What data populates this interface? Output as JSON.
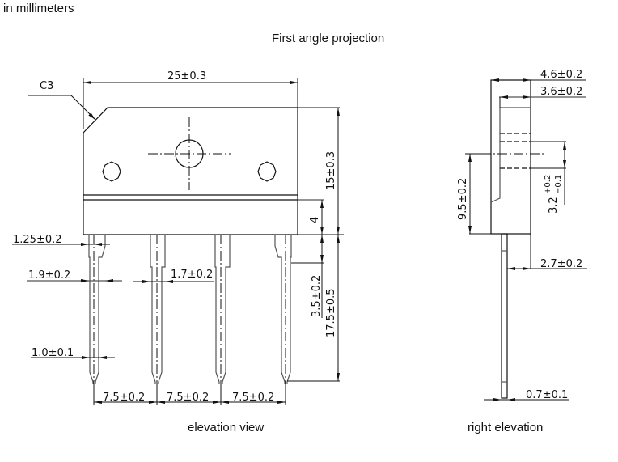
{
  "captions": {
    "units": "in millimeters",
    "projection": "First angle projection",
    "elevation_view": "elevation view",
    "right_elevation": "right elevation"
  },
  "elevation_dimensions": {
    "chamfer": "C3",
    "body_width": "25±0.3",
    "body_height": "15±0.3",
    "step_height": "4",
    "lead_root_width": "1.25±0.2",
    "lead_shoulder_width": "1.9±0.2",
    "lead_middle_width": "1.7±0.2",
    "lead_shoulder_length": "3.5±0.2",
    "lead_length": "17.5±0.5",
    "lead_tip_width": "1.0±0.1",
    "pitch_1": "7.5±0.2",
    "pitch_2": "7.5±0.2",
    "pitch_3": "7.5±0.2"
  },
  "right_dimensions": {
    "total_thickness": "4.6±0.2",
    "heatsink_thickness": "3.6±0.2",
    "hole_center_height": "9.5±0.2",
    "hole_diameter_base": "3.2",
    "hole_diameter_tol_upper": "+0.2",
    "hole_diameter_tol_lower": "−0.1",
    "lead_offset": "2.7±0.2",
    "lead_thickness": "0.7±0.1"
  }
}
